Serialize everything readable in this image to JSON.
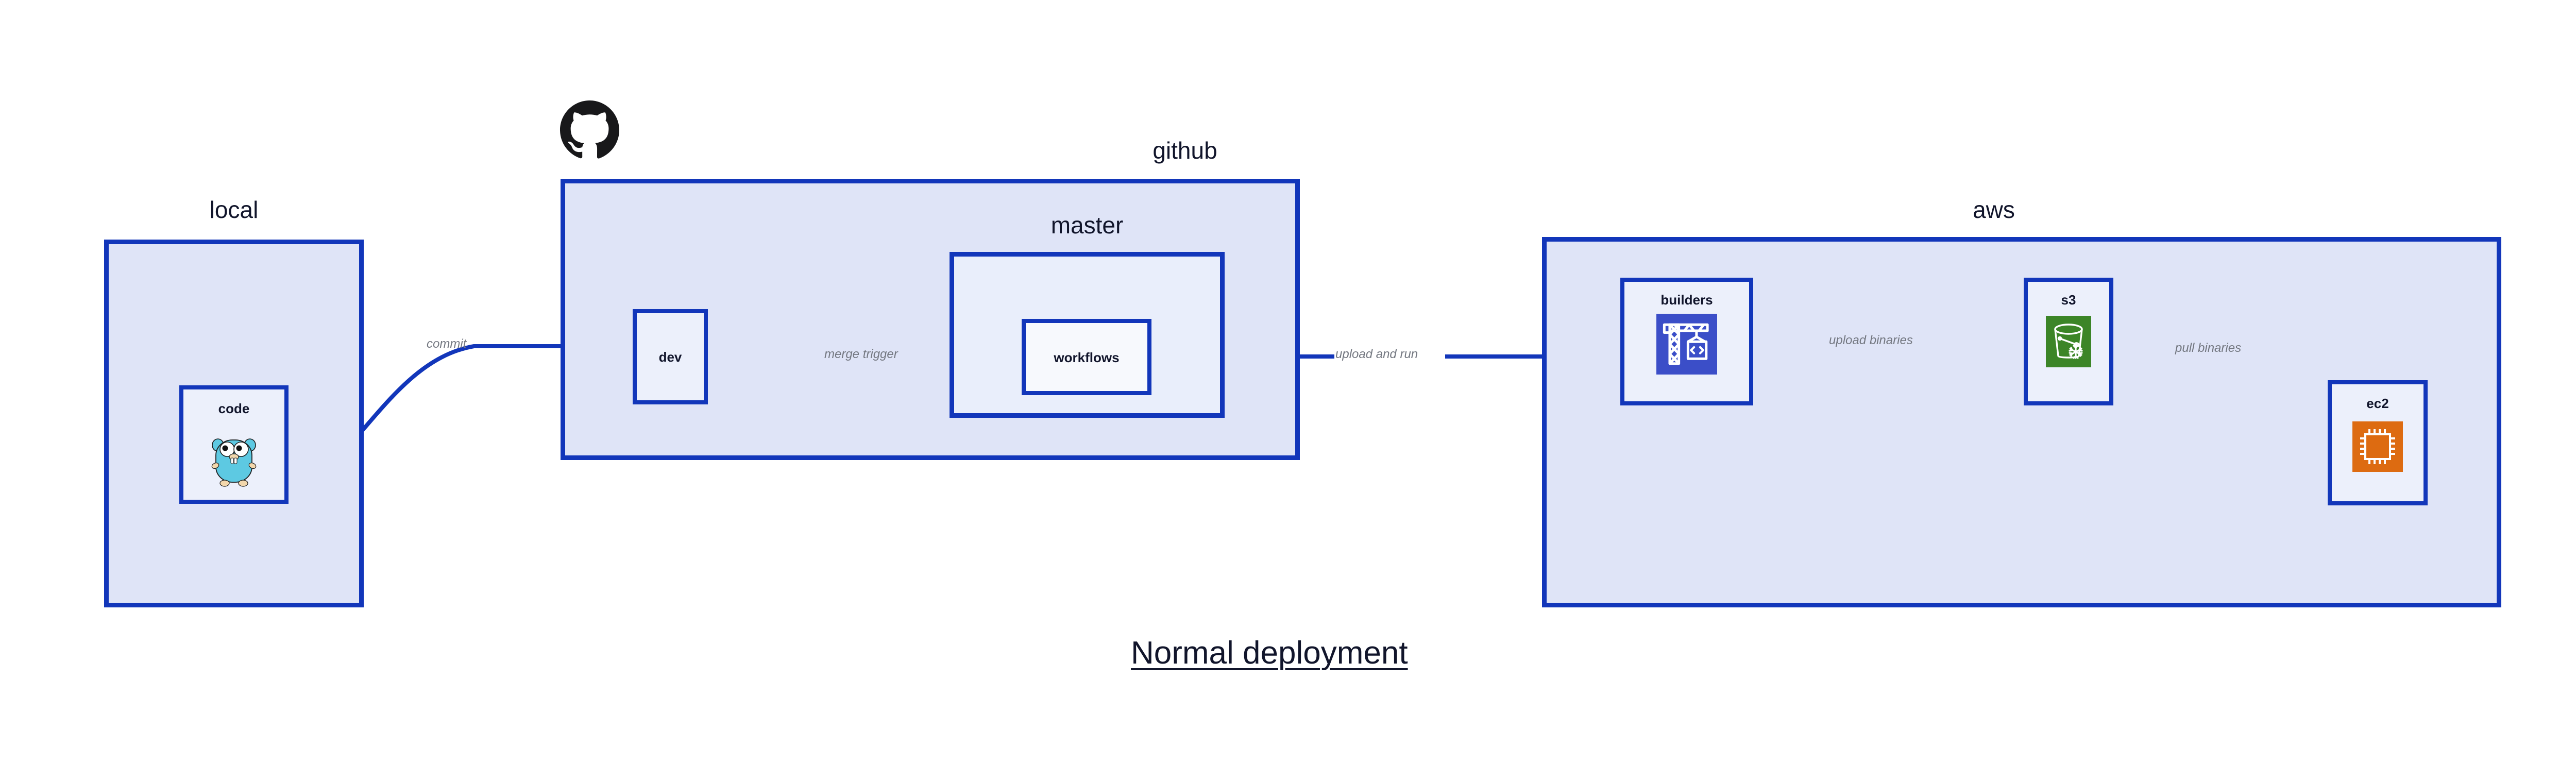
{
  "diagram": {
    "title": "Normal deployment",
    "colors": {
      "group_border": "#1236ba",
      "group_fill": "#dfe4f7",
      "group_fill_light": "#e9eefb",
      "node_fill": "#ecf0fb",
      "node_fill_light": "#f7f9fd",
      "arrow": "#1236ba",
      "edge_label_text": "#737780",
      "label_text": "#11152b",
      "codebuild_blue": "#3b4ec8",
      "s3_green": "#3c8527",
      "ec2_orange": "#dd6b11",
      "gopher_cyan": "#5dc9e2",
      "github_black": "#18181a"
    },
    "groups": [
      {
        "id": "local",
        "label": "local"
      },
      {
        "id": "github",
        "label": "github",
        "icon": "github-octocat-icon"
      },
      {
        "id": "master",
        "label": "master"
      },
      {
        "id": "aws",
        "label": "aws"
      }
    ],
    "nodes": [
      {
        "id": "code",
        "label": "code",
        "icon": "go-gopher-icon"
      },
      {
        "id": "dev",
        "label": "dev",
        "icon": null
      },
      {
        "id": "workflows",
        "label": "workflows",
        "icon": null
      },
      {
        "id": "builders",
        "label": "builders",
        "icon": "aws-codebuild-icon"
      },
      {
        "id": "s3",
        "label": "s3",
        "icon": "aws-s3-glacier-icon"
      },
      {
        "id": "ec2",
        "label": "ec2",
        "icon": "aws-ec2-icon"
      }
    ],
    "edges": [
      {
        "id": "commit",
        "label": "commit",
        "from": "code",
        "to": "dev"
      },
      {
        "id": "merge-trigger",
        "label": "merge trigger",
        "from": "dev",
        "to": "workflows"
      },
      {
        "id": "upload-and-run",
        "label": "upload and run",
        "from": "workflows",
        "to": "builders"
      },
      {
        "id": "upload-binaries",
        "label": "upload binaries",
        "from": "builders",
        "to": "s3"
      },
      {
        "id": "pull-binaries",
        "label": "pull binaries",
        "from": "s3",
        "to": "ec2"
      }
    ]
  }
}
